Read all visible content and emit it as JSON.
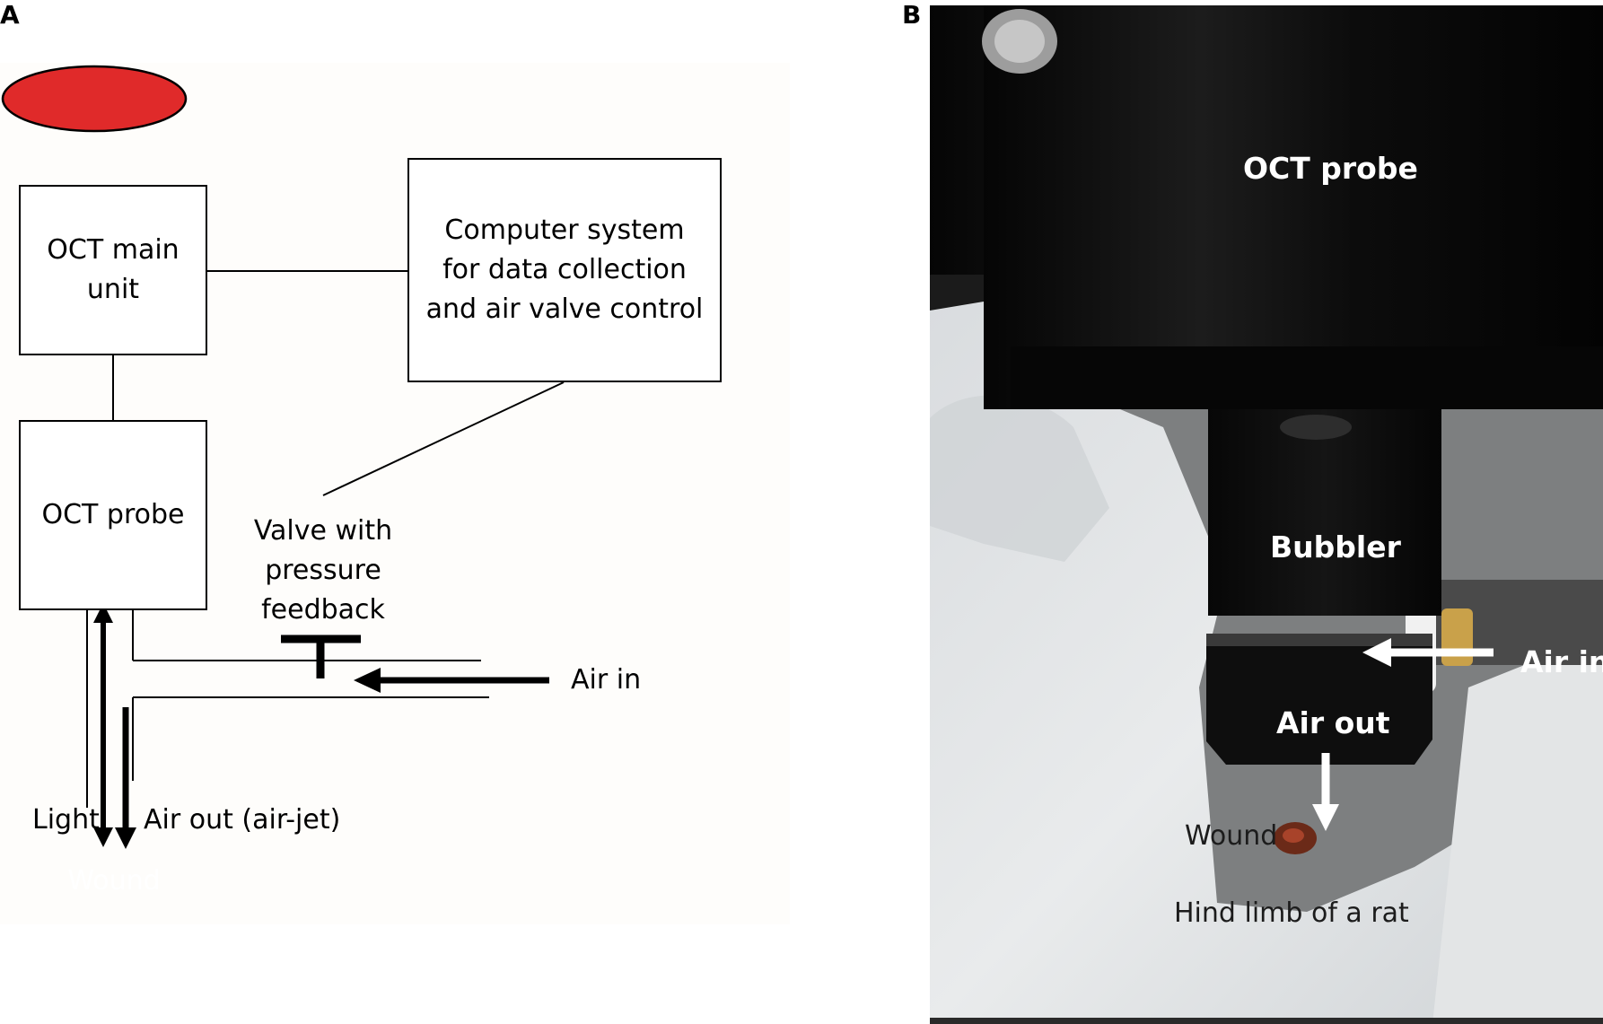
{
  "panel_letters": {
    "a": "A",
    "b": "B"
  },
  "diagram": {
    "oct_main_unit": [
      "OCT main",
      "unit"
    ],
    "computer_system": [
      "Computer system",
      "for data collection",
      "and air valve control"
    ],
    "oct_probe": "OCT probe",
    "valve": [
      "Valve with",
      "pressure",
      "feedback"
    ],
    "air_in": "Air in",
    "light": "Light",
    "air_out": "Air out (air-jet)",
    "wound": "Wound",
    "colors": {
      "wound_fill": "#e02a2a",
      "line": "#000000"
    }
  },
  "photo": {
    "oct_probe": "OCT probe",
    "bubbler": "Bubbler",
    "air_in": "Air in",
    "air_out": "Air out",
    "wound": "Wound",
    "hind_limb": "Hind limb of a rat"
  }
}
